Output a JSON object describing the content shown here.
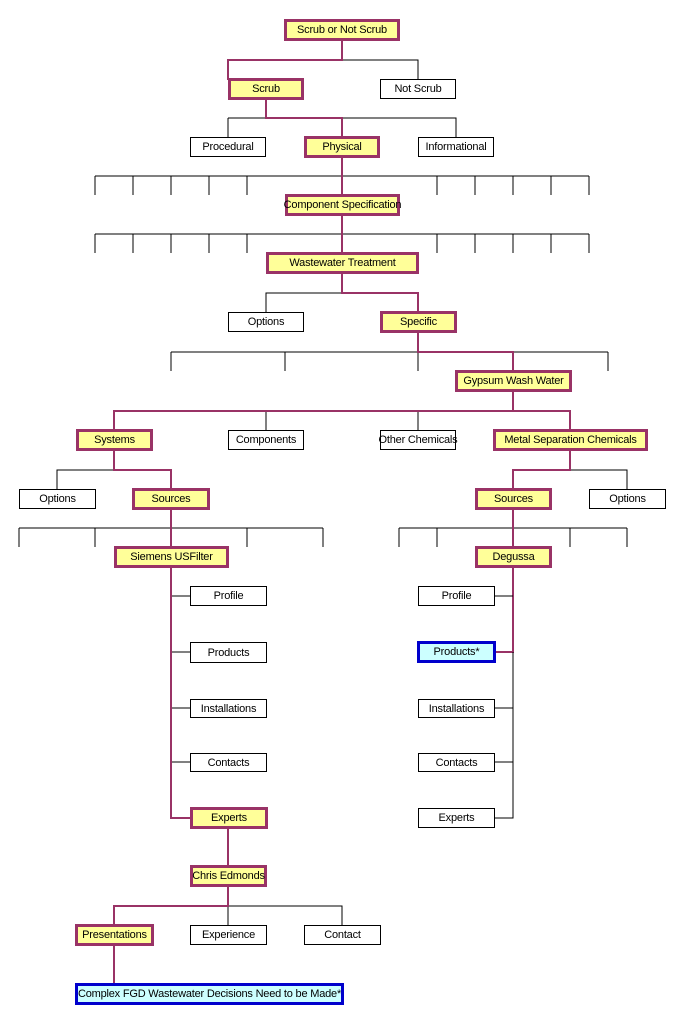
{
  "colors": {
    "path_highlight": "#993366",
    "highlight_fill": "#FFFF99",
    "selected_fill": "#CCFFFF",
    "selected_border": "#0000CC",
    "normal_border": "#000000"
  },
  "nodes": {
    "root": "Scrub or Not Scrub",
    "scrub": "Scrub",
    "not_scrub": "Not Scrub",
    "procedural": "Procedural",
    "physical": "Physical",
    "informational": "Informational",
    "component_specification": "Component Specification",
    "wastewater_treatment": "Wastewater Treatment",
    "options_ww": "Options",
    "specific": "Specific",
    "gypsum_wash_water": "Gypsum Wash Water",
    "systems": "Systems",
    "components": "Components",
    "other_chemicals": "Other Chemicals",
    "metal_separation_chemicals": "Metal Separation Chemicals",
    "systems_options": "Options",
    "systems_sources": "Sources",
    "msc_sources": "Sources",
    "msc_options": "Options",
    "siemens_usfilter": "Siemens USFilter",
    "degussa": "Degussa",
    "siemens_children": [
      "Profile",
      "Products",
      "Installations",
      "Contacts",
      "Experts"
    ],
    "degussa_children": [
      "Profile",
      "Products*",
      "Installations",
      "Contacts",
      "Experts"
    ],
    "chris_edmonds": "Chris Edmonds",
    "presentations": "Presentations",
    "experience": "Experience",
    "contact": "Contact",
    "final_decision": "Complex FGD Wastewater Decisions Need to be Made*"
  }
}
